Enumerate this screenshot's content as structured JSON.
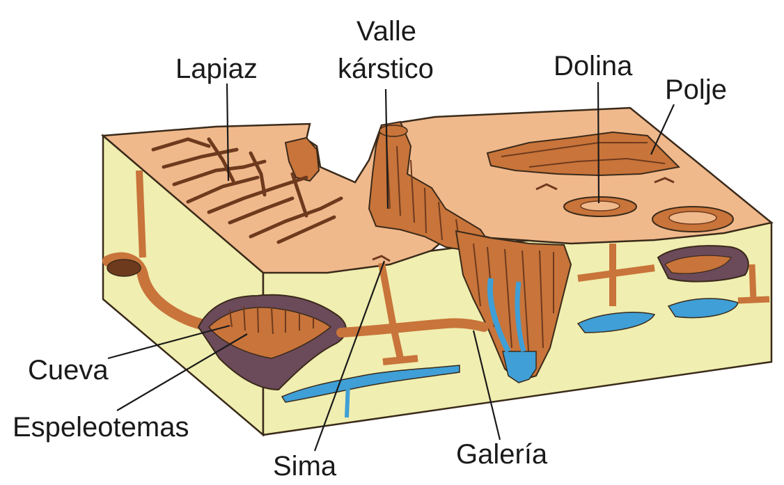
{
  "labels": {
    "lapiaz": "Lapiaz",
    "valle_line1": "Valle",
    "valle_line2": "kárstico",
    "dolina": "Dolina",
    "polje": "Polje",
    "cueva": "Cueva",
    "espeleotemas": "Espeleotemas",
    "sima": "Sima",
    "galeria": "Galería"
  },
  "colors": {
    "surface": "#f0b98c",
    "side_fill": "#f0eeb0",
    "rock_brown": "#c8743a",
    "dark_brown": "#6e3a1e",
    "cave_purple": "#6b4a5a",
    "water": "#3f9fd6",
    "outline": "#3a2a1a"
  }
}
